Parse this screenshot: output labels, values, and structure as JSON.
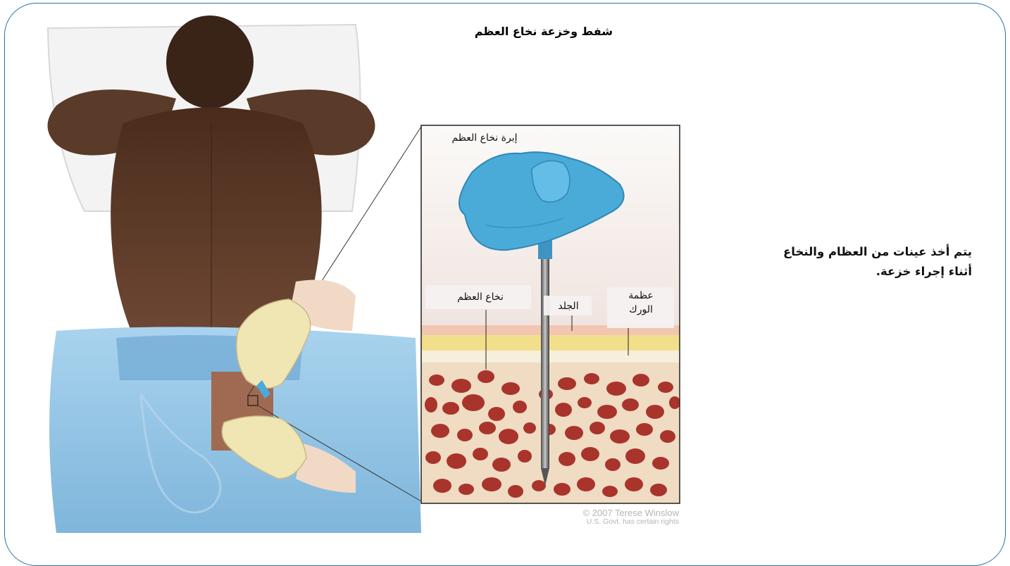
{
  "title": "شفط وخزعة نخاع العظم",
  "caption": {
    "line1": "يتم أخذ عينات من العظام والنخاع",
    "line2": "أثناء إجراء خزعة."
  },
  "labels": {
    "needle": "إبرة نخاع العظم",
    "marrow": "نخاع العظم",
    "skin": "الجلد",
    "hip_bone_line1": "عظمة",
    "hip_bone_line2": "الورك"
  },
  "credit": {
    "line1": "© 2007 Terese Winslow",
    "line2": "U.S. Govt. has certain rights"
  },
  "colors": {
    "frame": "#2a6f9f",
    "needle_handle": "#4aaad8",
    "drape": "#8ec3e3",
    "marrow": "#a9342c",
    "skin": "#6b4530",
    "glove": "#f0e6b4"
  }
}
